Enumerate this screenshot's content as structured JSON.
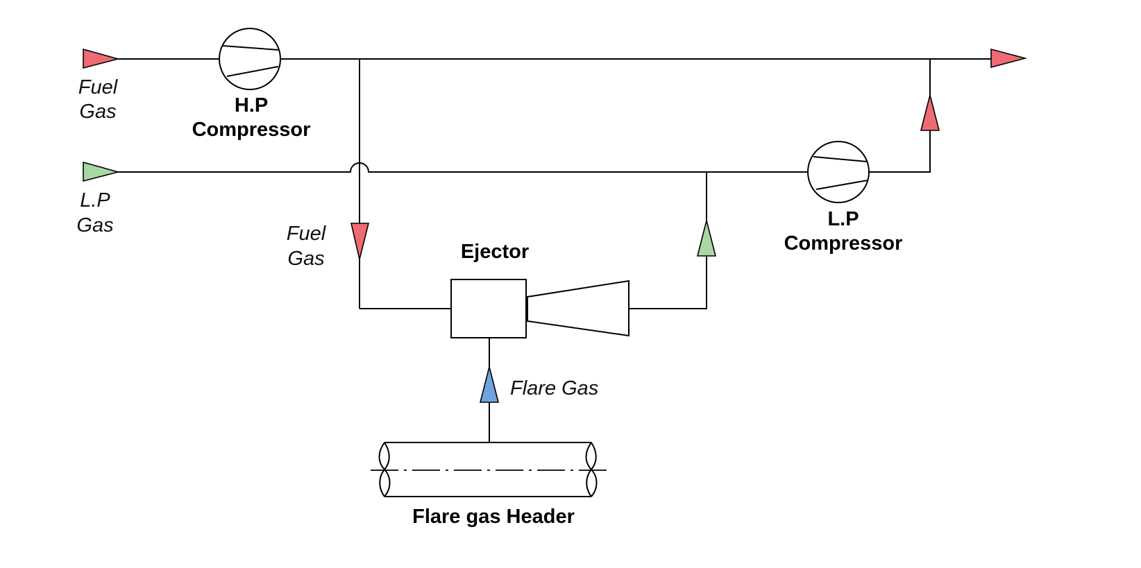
{
  "colors": {
    "fuel_gas": "#ee6b73",
    "lp_gas": "#a8d8a2",
    "flare_gas": "#6fa4de",
    "line": "#000000"
  },
  "labels": {
    "fuel_gas_inlet": [
      "Fuel",
      "Gas"
    ],
    "lp_gas_inlet": [
      "L.P",
      "Gas"
    ],
    "hp_compressor": [
      "H.P",
      "Compressor"
    ],
    "lp_compressor": [
      "L.P",
      "Compressor"
    ],
    "fuel_gas_branch": [
      "Fuel",
      "Gas"
    ],
    "ejector": "Ejector",
    "flare_gas": "Flare Gas",
    "flare_header": "Flare gas Header"
  }
}
